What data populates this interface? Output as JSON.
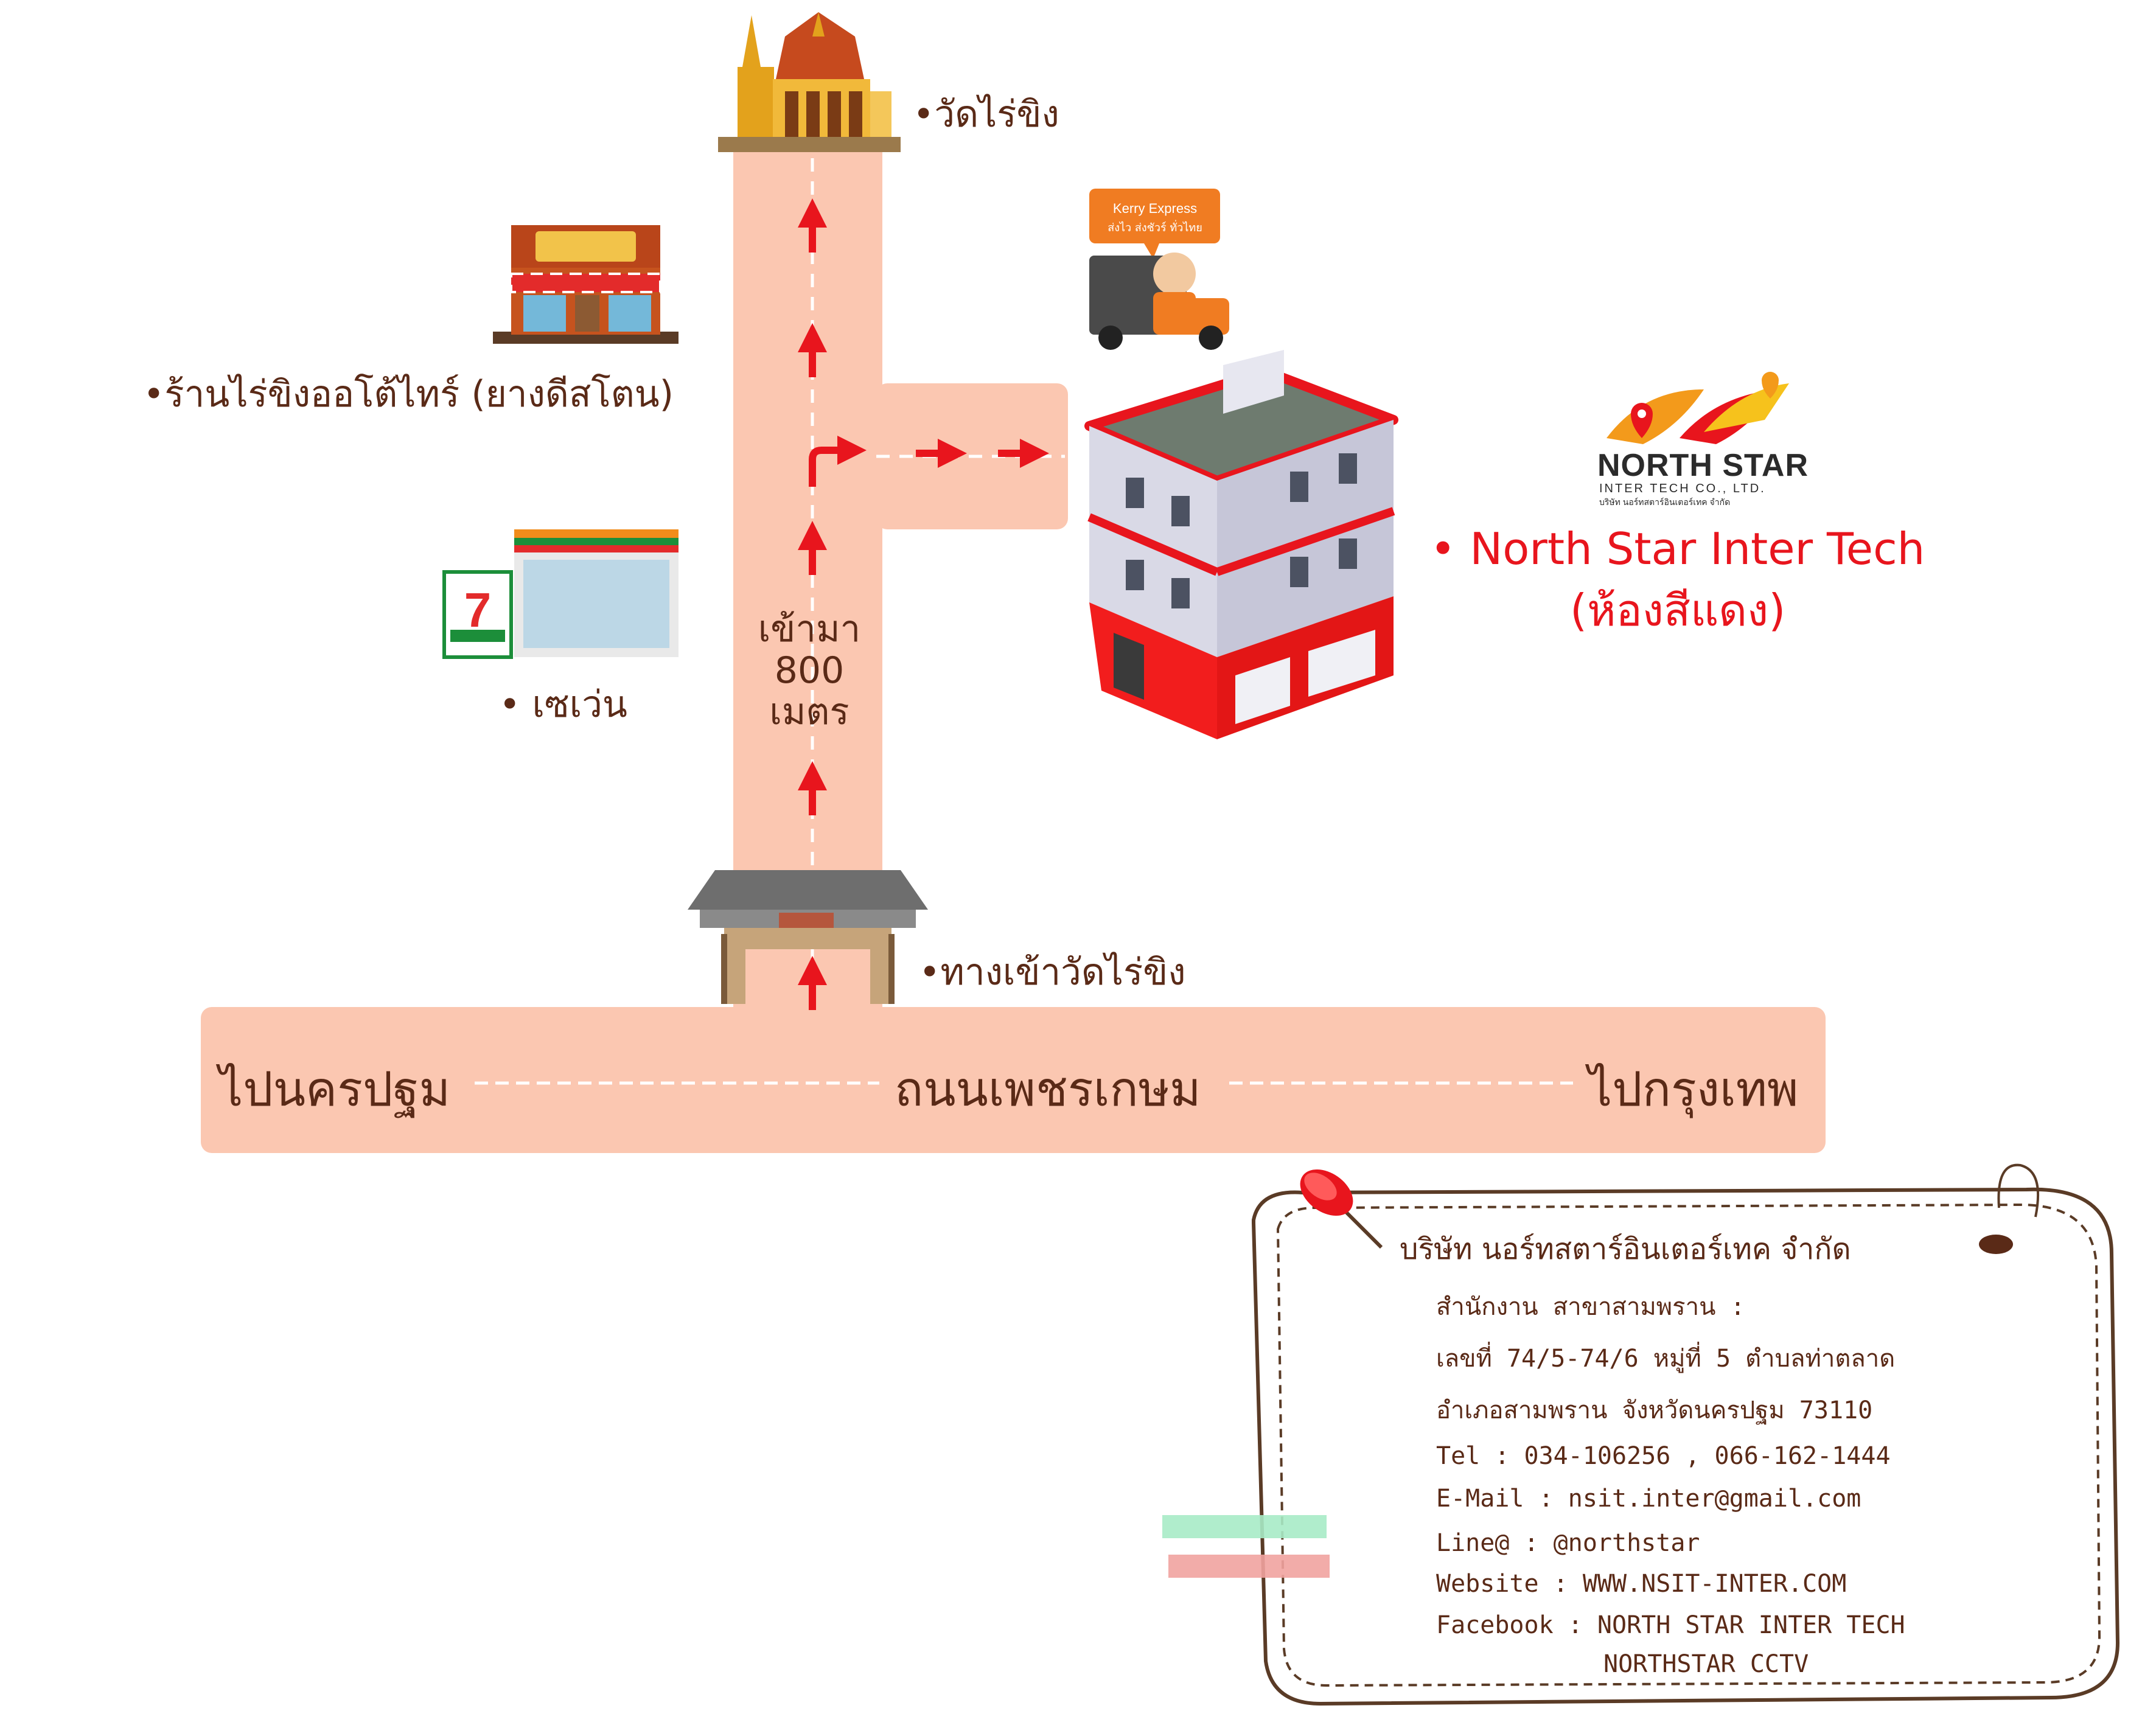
{
  "landmarks": {
    "temple": "•วัดไร่ขิง",
    "tire_shop": "•ร้านไร่ขิงออโต้ไทร์ (ยางดีสโตน)",
    "seven_eleven": "• เซเว่น",
    "temple_gate": "•ทางเข้าวัดไร่ขิง"
  },
  "kerry_sign": {
    "line1": "Kerry Express",
    "line2": "ส่งไว ส่งชัวร์ ทั่วไทย"
  },
  "distance": {
    "line1": "เข้ามา",
    "line2": "800",
    "line3": "เมตร"
  },
  "road": {
    "left": "ไปนครปฐม",
    "center": "ถนนเพชรเกษม",
    "right": "ไปกรุงเทพ"
  },
  "destination": {
    "name": "• North Star Inter Tech",
    "room": "(ห้องสีแดง)"
  },
  "logo": {
    "name": "NORTH STAR",
    "sub": "INTER TECH CO., LTD.",
    "thai": "บริษัท นอร์ทสตาร์อินเตอร์เทค จำกัด"
  },
  "contact": {
    "company": "บริษัท นอร์ทสตาร์อินเตอร์เทค จำกัด",
    "office": "สำนักงาน สาขาสามพราน :",
    "address1": "เลขที่ 74/5-74/6 หมู่ที่ 5 ตำบลท่าตลาด",
    "address2": "อำเภอสามพราน จังหวัดนครปฐม 73110",
    "tel": "Tel  :  034-106256 , 066-162-1444",
    "email": "E-Mail  :  nsit.inter@gmail.com",
    "line": "Line@  :  @northstar",
    "website": "Website : WWW.NSIT-INTER.COM",
    "facebook1": "Facebook : NORTH STAR INTER TECH",
    "facebook2": "NORTHSTAR CCTV"
  },
  "colors": {
    "road": "#fbc7b1",
    "arrow": "#e8151d",
    "text": "#5a2a17",
    "accent_red": "#e8151d"
  }
}
